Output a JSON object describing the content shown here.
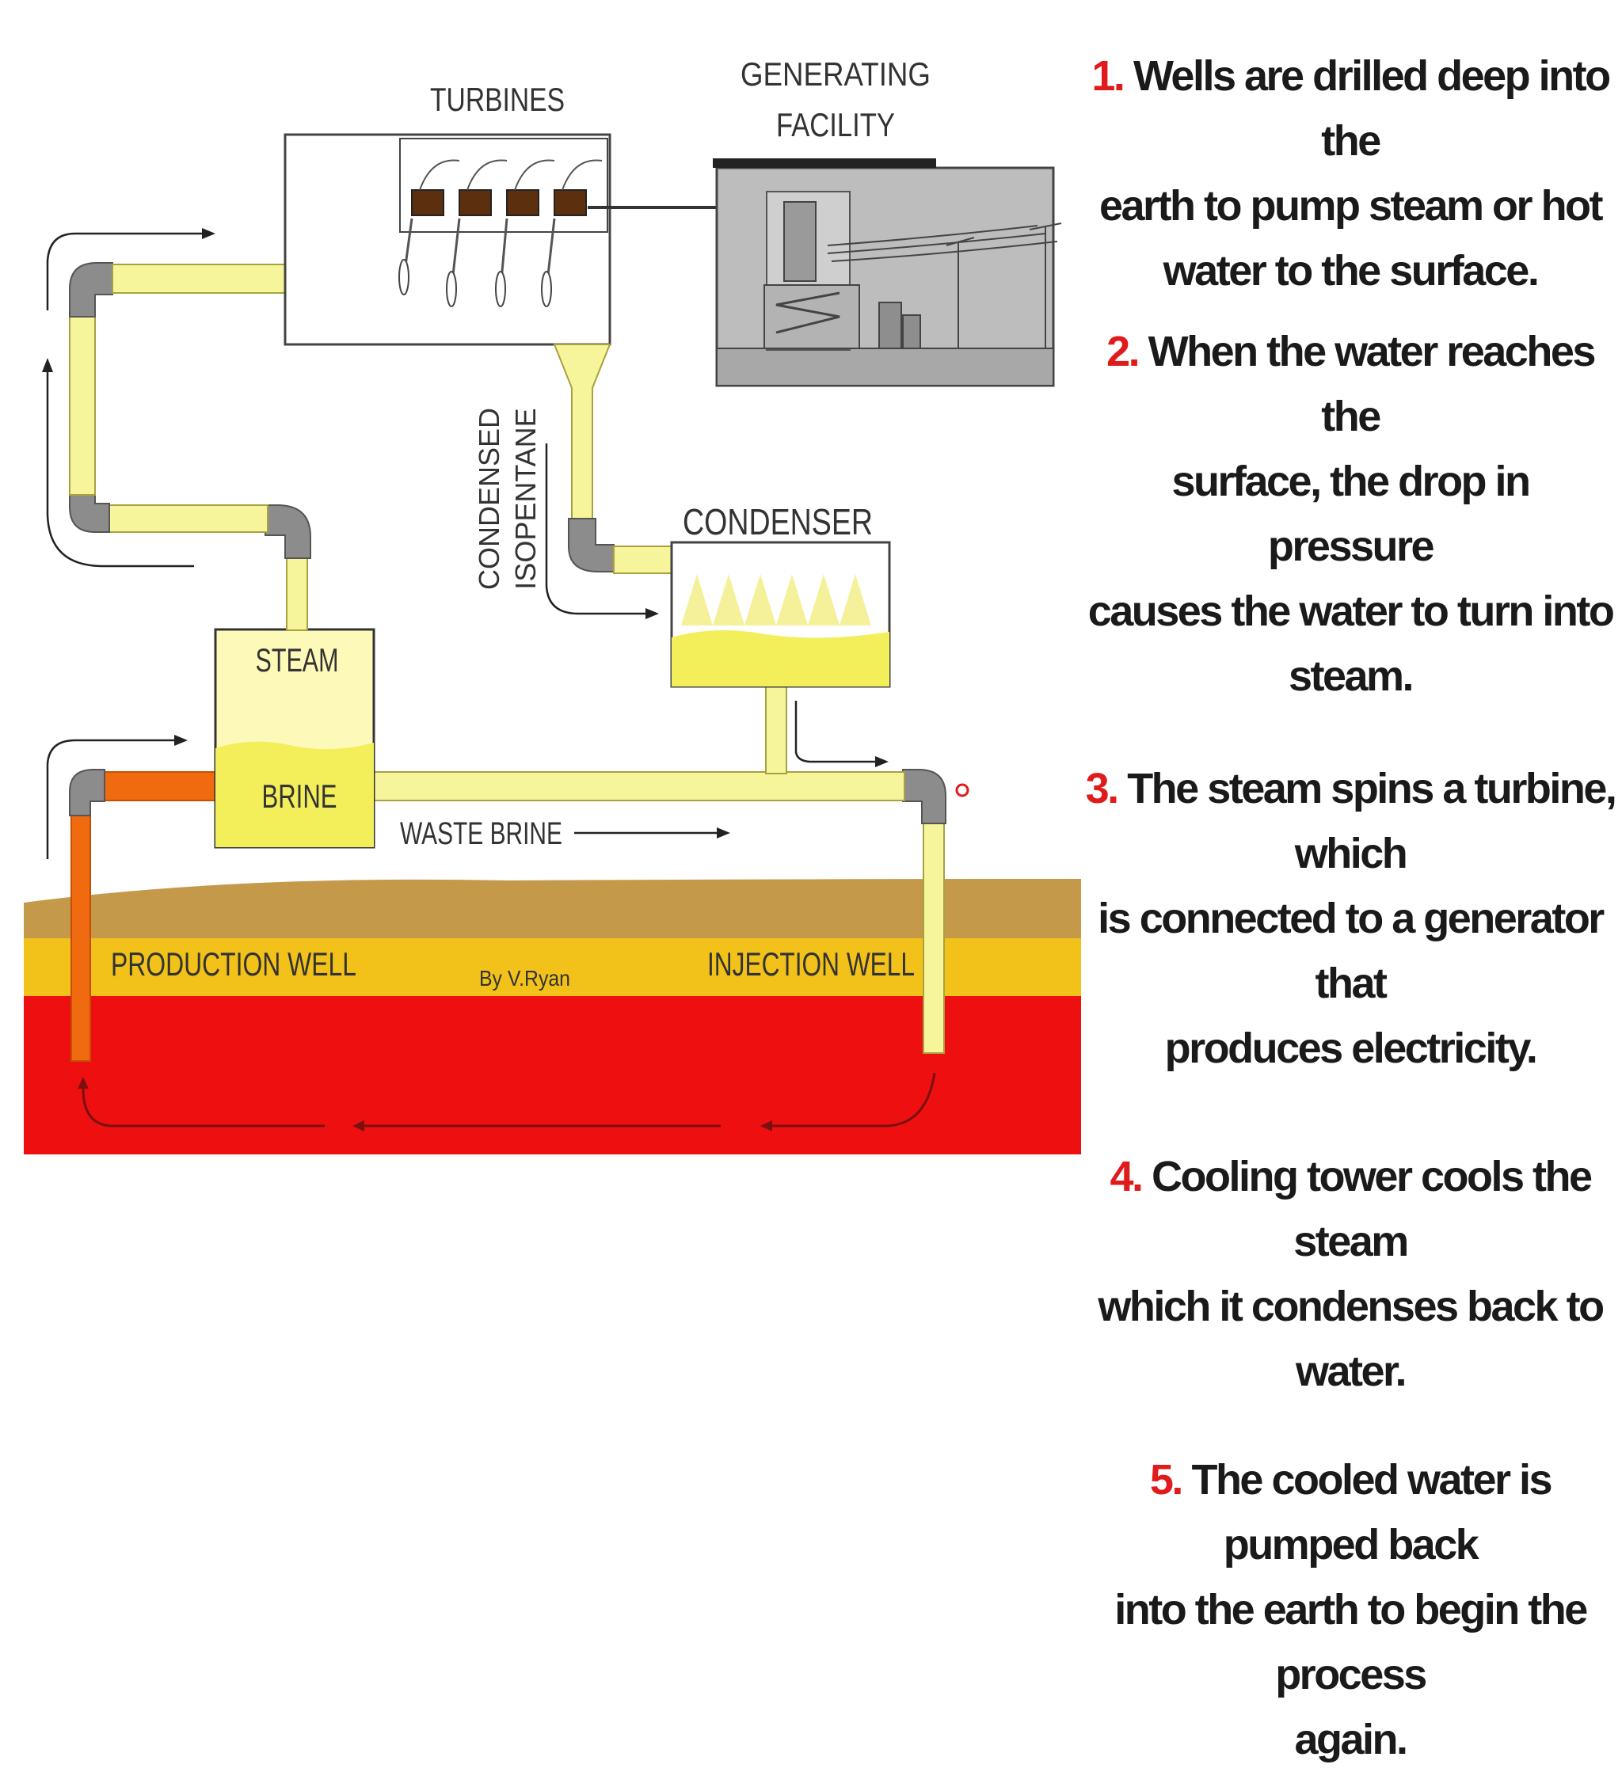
{
  "labels": {
    "turbines": "TURBINES",
    "generating_1": "GENERATING",
    "generating_2": "FACILITY",
    "condensed_1": "CONDENSED",
    "condensed_2": "ISOPENTANE",
    "condenser": "CONDENSER",
    "steam": "STEAM",
    "brine": "BRINE",
    "waste_brine": "WASTE BRINE",
    "production_well": "PRODUCTION WELL",
    "injection_well": "INJECTION WELL",
    "credit": "By V.Ryan"
  },
  "steps": [
    {
      "num": "1.",
      "lines": [
        "Wells are drilled deep into the",
        "earth to pump steam or hot",
        "water to the surface."
      ]
    },
    {
      "num": "2.",
      "lines": [
        "When the water reaches the",
        "surface, the drop in pressure",
        "causes the water to turn into steam."
      ]
    },
    {
      "num": "3.",
      "lines": [
        "The steam spins a turbine, which",
        "is connected to a generator that",
        "produces electricity."
      ]
    },
    {
      "num": "4.",
      "lines": [
        "Cooling tower cools the steam",
        "which it condenses back to water."
      ]
    },
    {
      "num": "5.",
      "lines": [
        "The cooled water is pumped back",
        "into the earth to begin the process",
        "again."
      ]
    }
  ],
  "colors": {
    "pipe_yellow": "#f7f59b",
    "hot_orange": "#f06a10",
    "earth_brown": "#c49a4a",
    "yellow_layer": "#f2c21b",
    "magma_red": "#ee1010",
    "number_red": "#e01b1b"
  }
}
